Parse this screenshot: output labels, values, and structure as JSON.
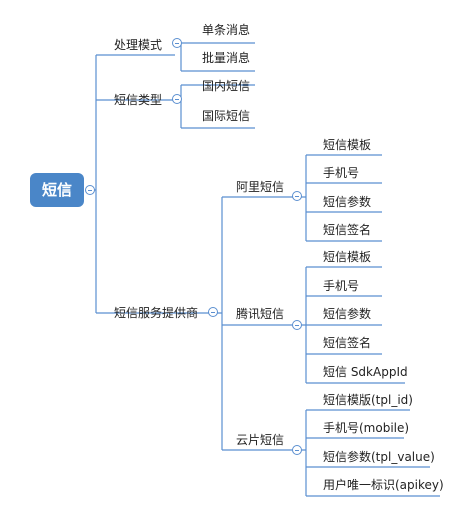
{
  "root": {
    "label": "短信"
  },
  "branches": {
    "mode": {
      "label": "处理模式",
      "children": [
        "单条消息",
        "批量消息"
      ]
    },
    "type": {
      "label": "短信类型",
      "children": [
        "国内短信",
        "国际短信"
      ]
    },
    "provider": {
      "label": "短信服务提供商",
      "aliyun": {
        "label": "阿里短信",
        "children": [
          "短信模板",
          "手机号",
          "短信参数",
          "短信签名"
        ]
      },
      "tencent": {
        "label": "腾讯短信",
        "children": [
          "短信模板",
          "手机号",
          "短信参数",
          "短信签名",
          "短信 SdkAppId"
        ]
      },
      "yunpian": {
        "label": "云片短信",
        "children": [
          "短信模版(tpl_id)",
          "手机号(mobile)",
          "短信参数(tpl_value)",
          "用户唯一标识(apikey)"
        ]
      }
    }
  },
  "colors": {
    "accent": "#4a86c8",
    "line": "#5b8fd0"
  }
}
